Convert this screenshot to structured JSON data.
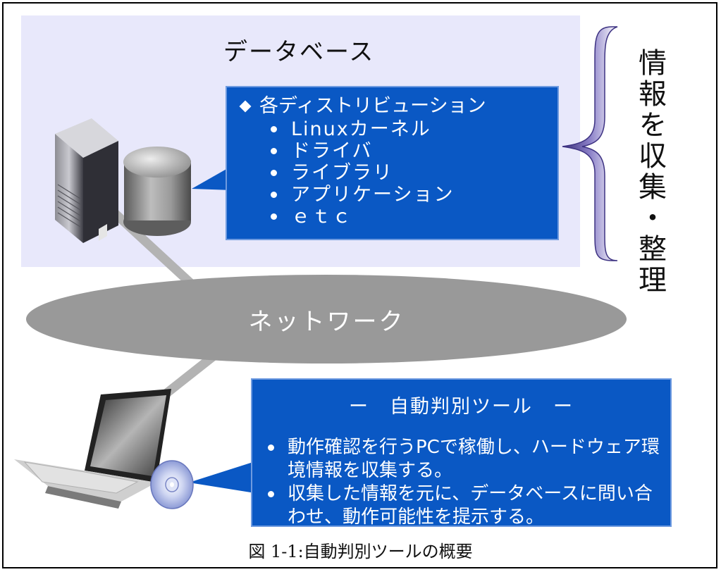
{
  "database": {
    "title": "データベース",
    "heading": "各ディストリビューション",
    "items": [
      "Linuxカーネル",
      "ドライバ",
      "ライブラリ",
      "アプリケーション",
      "ｅｔｃ"
    ]
  },
  "side_label": "情報を収集・整理",
  "network": {
    "label": "ネットワーク"
  },
  "tool": {
    "title": "ー　自動判別ツール　ー",
    "items": [
      "動作確認を行うPCで稼働し、ハードウェア環境情報を収集する。",
      "収集した情報を元に、データベースに問い合わせ、動作可能性を提示する。"
    ]
  },
  "caption": "図 1-1:自動判別ツールの概要",
  "colors": {
    "panel": "#e8e8fb",
    "callout": "#0a58c4",
    "network": "#999999",
    "brace": "#5c4f96"
  }
}
